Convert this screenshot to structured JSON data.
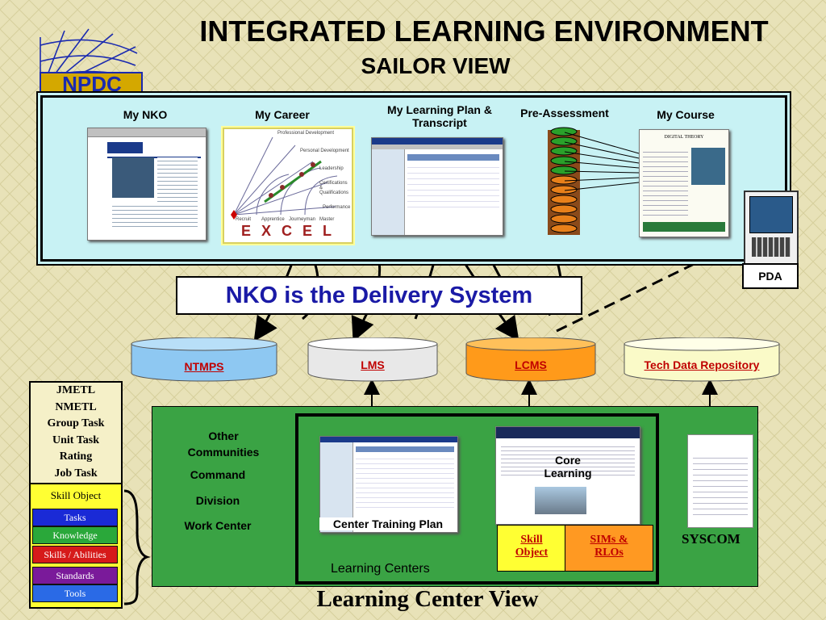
{
  "header": {
    "title": "INTEGRATED LEARNING ENVIRONMENT",
    "subtitle": "SAILOR VIEW",
    "logo_text": "NPDC"
  },
  "sailor_panel": {
    "items": [
      {
        "label": "My NKO"
      },
      {
        "label": "My Career"
      },
      {
        "label": "My Learning Plan & Transcript"
      },
      {
        "label": "Pre-Assessment"
      },
      {
        "label": "My Course"
      }
    ],
    "excel_text": "E X C E L",
    "career_labels": [
      "Professional Development",
      "Personal Development",
      "Leadership",
      "Certifications & Qualifications",
      "Performance",
      "Recruit",
      "Apprentice",
      "Journeyman",
      "Master"
    ],
    "course_title": "DIGITAL THEORY"
  },
  "pda": {
    "label": "PDA"
  },
  "delivery": {
    "banner": "NKO is the Delivery System"
  },
  "databases": [
    {
      "label": "NTMPS",
      "color": "#8ec8f2"
    },
    {
      "label": "LMS",
      "color": "#e8e8e8"
    },
    {
      "label": "LCMS",
      "color": "#ff9a1a"
    },
    {
      "label": "Tech Data Repository",
      "color": "#fafac8"
    }
  ],
  "left_stack": {
    "levels": [
      "JMETL",
      "NMETL",
      "Group Task",
      "Unit Task",
      "Rating",
      "Job Task"
    ],
    "skill_title": "Skill Object",
    "chips": [
      {
        "label": "Tasks",
        "color": "#1a2ad6"
      },
      {
        "label": "Knowledge",
        "color": "#2aa83a"
      },
      {
        "label": "Skills / Abilities",
        "color": "#d61a1a"
      },
      {
        "label": "Standards",
        "color": "#7a1a9a"
      },
      {
        "label": "Tools",
        "color": "#2a6ae6"
      }
    ]
  },
  "communities": {
    "items": [
      "Other Communities",
      "Command",
      "Division",
      "Work Center"
    ]
  },
  "learning_center": {
    "center_plan_label": "Center  Training Plan",
    "core_learning": "Core Learning",
    "skill_object": "Skill Object",
    "sims": "SIMs & RLOs",
    "centers_label": "Learning Centers"
  },
  "syscom": {
    "label": "SYSCOM"
  },
  "footer": {
    "title": "Learning Center View"
  }
}
